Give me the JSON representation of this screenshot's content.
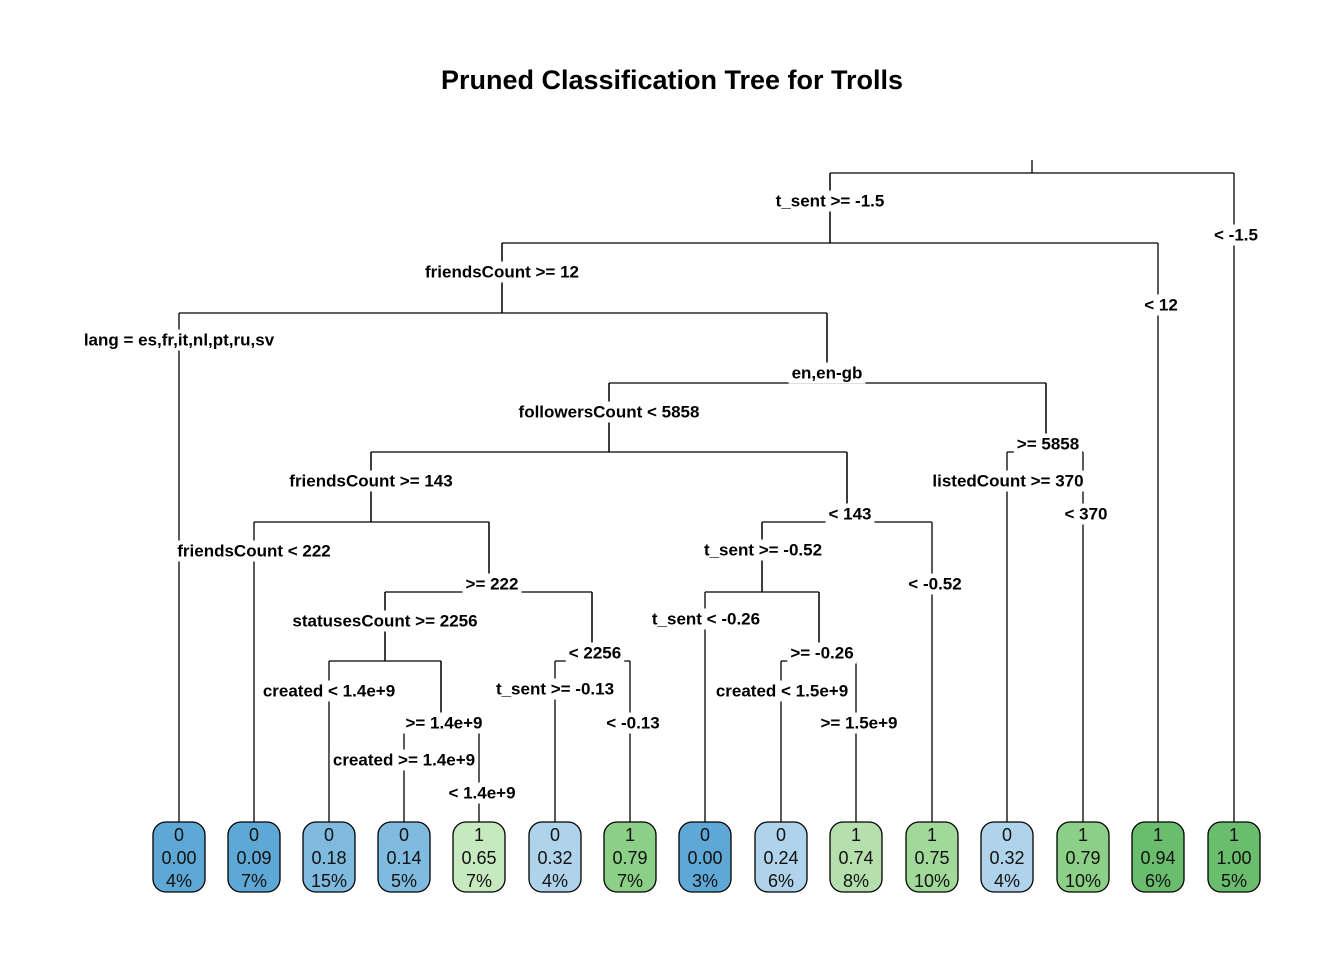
{
  "title": "Pruned Classification Tree for Trolls",
  "colors": {
    "blue_dark": "#5ea8d6",
    "blue_mid": "#7fbadf",
    "blue_light": "#afd3ea",
    "green_pale": "#c7e9c0",
    "green_light": "#a1d99b",
    "green_mid": "#8ccf86",
    "green_dark": "#6bbd6e"
  },
  "leaves": [
    {
      "class": "0",
      "prob": "0.00",
      "pct": "4%",
      "color": "#5ea8d6"
    },
    {
      "class": "0",
      "prob": "0.09",
      "pct": "7%",
      "color": "#5ea8d6"
    },
    {
      "class": "0",
      "prob": "0.18",
      "pct": "15%",
      "color": "#7fbadf"
    },
    {
      "class": "0",
      "prob": "0.14",
      "pct": "5%",
      "color": "#7fbadf"
    },
    {
      "class": "1",
      "prob": "0.65",
      "pct": "7%",
      "color": "#c7e9c0"
    },
    {
      "class": "0",
      "prob": "0.32",
      "pct": "4%",
      "color": "#afd3ea"
    },
    {
      "class": "1",
      "prob": "0.79",
      "pct": "7%",
      "color": "#8ccf86"
    },
    {
      "class": "0",
      "prob": "0.00",
      "pct": "3%",
      "color": "#5ea8d6"
    },
    {
      "class": "0",
      "prob": "0.24",
      "pct": "6%",
      "color": "#afd3ea"
    },
    {
      "class": "1",
      "prob": "0.74",
      "pct": "8%",
      "color": "#b5e0ae"
    },
    {
      "class": "1",
      "prob": "0.75",
      "pct": "10%",
      "color": "#a1d99b"
    },
    {
      "class": "0",
      "prob": "0.32",
      "pct": "4%",
      "color": "#afd3ea"
    },
    {
      "class": "1",
      "prob": "0.79",
      "pct": "10%",
      "color": "#8ccf86"
    },
    {
      "class": "1",
      "prob": "0.94",
      "pct": "6%",
      "color": "#6bbd6e"
    },
    {
      "class": "1",
      "prob": "1.00",
      "pct": "5%",
      "color": "#6bbd6e"
    }
  ],
  "splits": [
    {
      "yes": "t_sent >= -1.5",
      "no": "< -1.5"
    },
    {
      "yes": "friendsCount >= 12",
      "no": "< 12"
    },
    {
      "yes": "lang = es,fr,it,nl,pt,ru,sv",
      "no": "en,en-gb"
    },
    {
      "yes": "followersCount < 5858",
      "no": ">= 5858"
    },
    {
      "yes": "friendsCount >= 143",
      "no": "< 143"
    },
    {
      "yes": "friendsCount < 222",
      "no": ">= 222"
    },
    {
      "yes": "statusesCount >= 2256",
      "no": "< 2256"
    },
    {
      "yes": "created < 1.4e+9",
      "no": ">= 1.4e+9"
    },
    {
      "yes": "created >= 1.4e+9",
      "no": "< 1.4e+9"
    },
    {
      "yes": "t_sent >= -0.13",
      "no": "< -0.13"
    },
    {
      "yes": "t_sent >= -0.52",
      "no": "< -0.52"
    },
    {
      "yes": "t_sent < -0.26",
      "no": ">= -0.26"
    },
    {
      "yes": "created < 1.5e+9",
      "no": ">= 1.5e+9"
    },
    {
      "yes": "listedCount >= 370",
      "no": "< 370"
    }
  ]
}
